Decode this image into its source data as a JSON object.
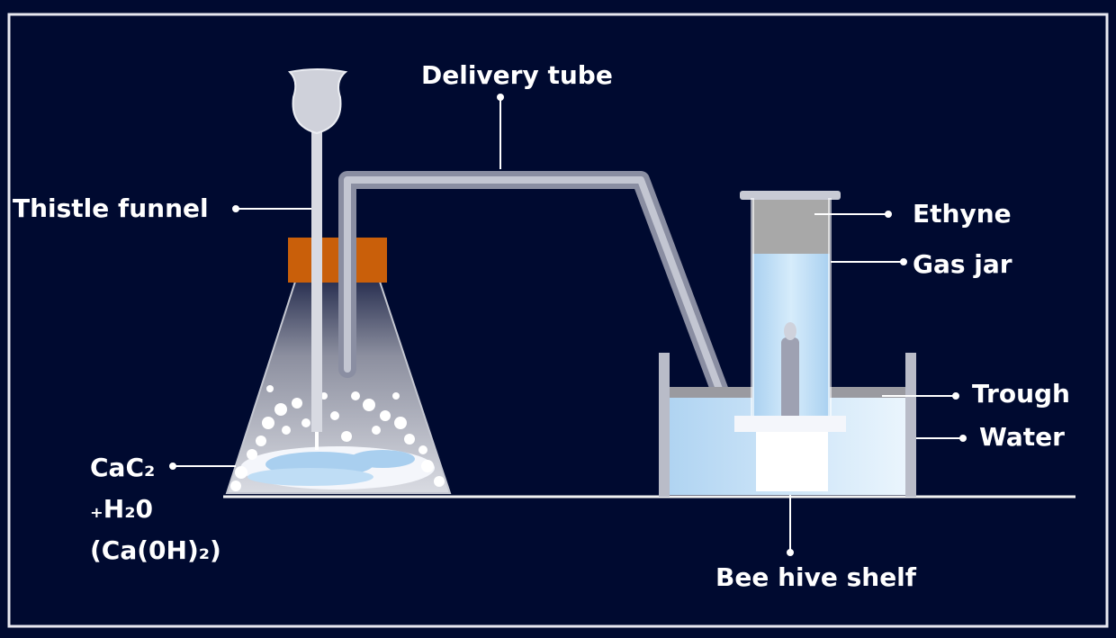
{
  "diagram": {
    "colors": {
      "background": "#000a30",
      "stopper": "#c95f0a",
      "glass": "#9a9eae",
      "water": "#bcdcf6",
      "gas": "#a8a8a8",
      "shelf": "#ffffff",
      "label": "#ffffff"
    },
    "labels": {
      "delivery_tube": "Delivery tube",
      "thistle_funnel": "Thistle funnel",
      "ethyne": "Ethyne",
      "gas_jar": "Gas jar",
      "trough": "Trough",
      "water": "Water",
      "bee_hive_shelf": "Bee hive shelf",
      "reactant_1": "CaC₂",
      "reactant_2": "₊H₂0",
      "product": "(Ca(0H)₂)"
    }
  }
}
